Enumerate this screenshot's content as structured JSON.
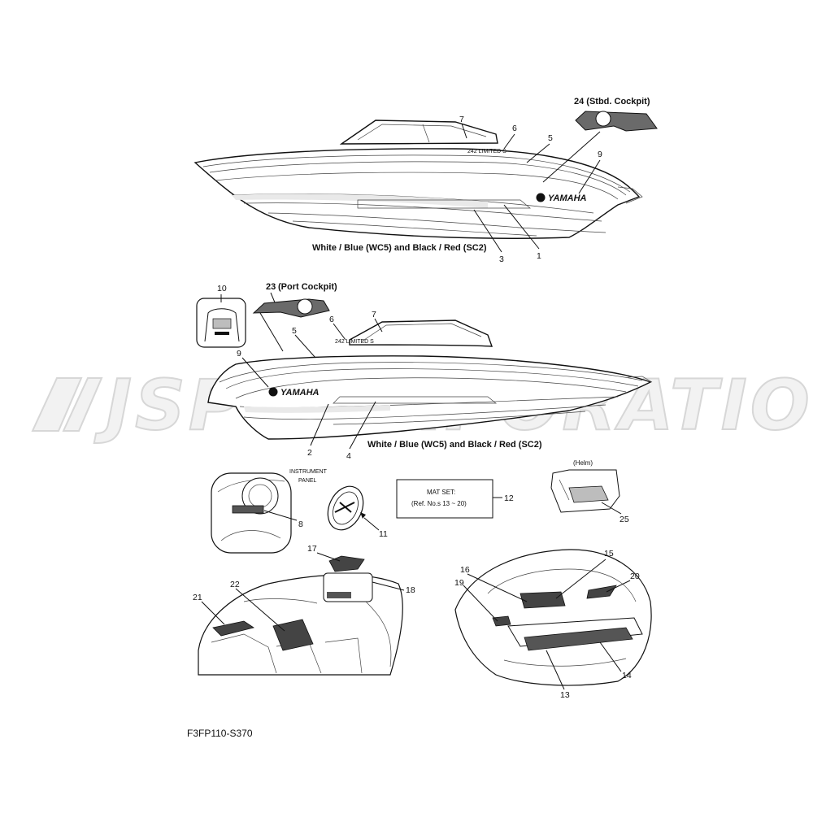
{
  "watermark": "JSP CORPORATION",
  "captions": {
    "stbd_cockpit": "24 (Stbd. Cockpit)",
    "port_cockpit": "(Port Cockpit)",
    "color_note_top": "White / Blue (WC5) and Black / Red (SC2)",
    "color_note_bottom": "White / Blue (WC5) and Black / Red (SC2)",
    "instrument_panel_line1": "INSTRUMENT",
    "instrument_panel_line2": "PANEL",
    "helm": "(Helm)",
    "mat_set_line1": "MAT SET:",
    "mat_set_line2": "(Ref. No.s 13 ~ 20)",
    "hull_text": "242 LIMITED S",
    "brand": "YAMAHA"
  },
  "callouts": {
    "n1": "1",
    "n2": "2",
    "n3": "3",
    "n4": "4",
    "n5a": "5",
    "n5b": "5",
    "n6a": "6",
    "n6b": "6",
    "n7a": "7",
    "n7b": "7",
    "n8": "8",
    "n9a": "9",
    "n9b": "9",
    "n10": "10",
    "n11": "11",
    "n12": "12",
    "n13": "13",
    "n14": "14",
    "n15": "15",
    "n16": "16",
    "n17": "17",
    "n18": "18",
    "n19": "19",
    "n20": "20",
    "n21": "21",
    "n22": "22",
    "n23": "23",
    "n25": "25"
  },
  "diagram_code": "F3FP110-S370"
}
